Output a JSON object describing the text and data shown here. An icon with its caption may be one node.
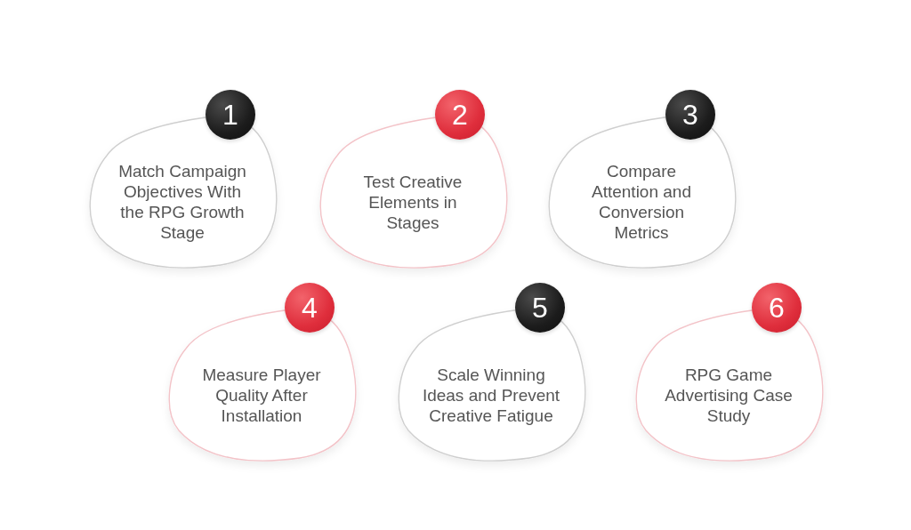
{
  "diagram": {
    "nodes": [
      {
        "text": [
          "1"
        ]
      },
      {
        "text": [
          "Match Campaign Objectives With the RPG Growth Stage"
        ]
      },
      {
        "text": [
          "2"
        ]
      },
      {
        "text": [
          "Test Creative Elements in Stages"
        ]
      },
      {
        "text": [
          "3"
        ]
      },
      {
        "text": [
          "Compare Attention and Conversion Metrics"
        ]
      },
      {
        "text": [
          "4"
        ]
      },
      {
        "text": [
          "Measure Player Quality After Installation"
        ]
      },
      {
        "text": [
          "5"
        ]
      },
      {
        "text": [
          "Scale Winning Ideas and Prevent Creative Fatigue"
        ]
      },
      {
        "text": [
          "6"
        ]
      },
      {
        "text": [
          "RPG Game Advertising Case Study"
        ]
      }
    ]
  }
}
